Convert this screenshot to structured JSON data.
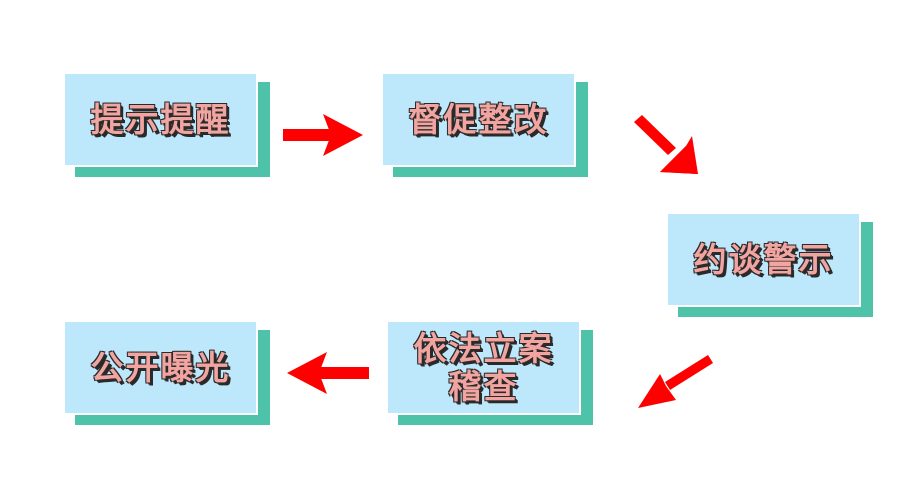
{
  "nodes": [
    {
      "id": "step-1",
      "label": "提示提醒"
    },
    {
      "id": "step-2",
      "label": "督促整改"
    },
    {
      "id": "step-3",
      "label": "约谈警示"
    },
    {
      "id": "step-4",
      "label_line1": "依法立案",
      "label_line2": "稽查"
    },
    {
      "id": "step-5",
      "label": "公开曝光"
    }
  ],
  "colors": {
    "card_fill": "#bde7fb",
    "card_shadow": "#4fc3a9",
    "text_fill": "#f2a4a0",
    "text_outline": "#2a2a2a",
    "arrow": "#ff0000"
  }
}
